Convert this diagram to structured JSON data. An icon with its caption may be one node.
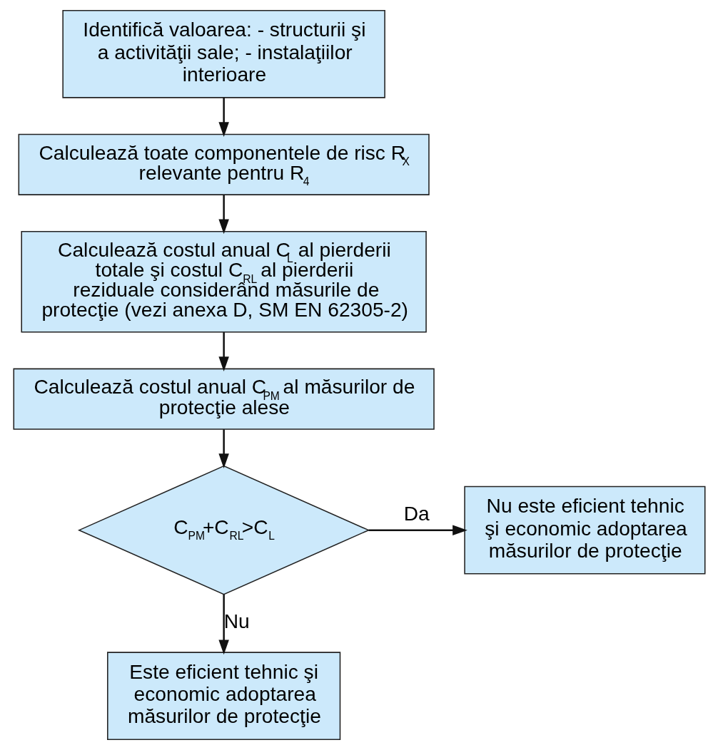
{
  "diagram": {
    "nodes": [
      {
        "text": [
          "Identifică valoarea: - structurii şi a activităţii sale; - instalaţiilor interioare"
        ]
      },
      {
        "text": [
          "Calculează toate componentele de risc R$_{X}$ relevante pentru R$_{4}$"
        ]
      },
      {
        "text": [
          "Calculează costul anual C$_{L}$ al pierderii totale şi costul C$_{RL}$ al pierderii reziduale considerând măsurile de protecţie (vezi anexa D, SM EN 62305-2)"
        ]
      },
      {
        "text": [
          "Calculează costul anual C$_{PM}$ al măsurilor de protecţie alese"
        ]
      },
      {
        "text": [
          "C$_{PM}$+C$_{RL}$>C$_{L}$"
        ]
      },
      {
        "text": [
          "Nu este eficient tehnic şi economic adoptarea măsurilor de protecţie"
        ]
      },
      {
        "text": [
          "Este eficient tehnic şi economic adoptarea măsurilor de protecţie"
        ]
      }
    ],
    "edges": [
      {
        "from": 0,
        "to": 1,
        "arrow": "to"
      },
      {
        "from": 1,
        "to": 2,
        "arrow": "to"
      },
      {
        "from": 2,
        "to": 3,
        "arrow": "to"
      },
      {
        "from": 3,
        "to": 4,
        "arrow": "to"
      },
      {
        "from": 4,
        "to": 5,
        "label": "Da",
        "arrow": "to"
      },
      {
        "from": 4,
        "to": 6,
        "label": "Nu",
        "arrow": "to"
      }
    ]
  }
}
